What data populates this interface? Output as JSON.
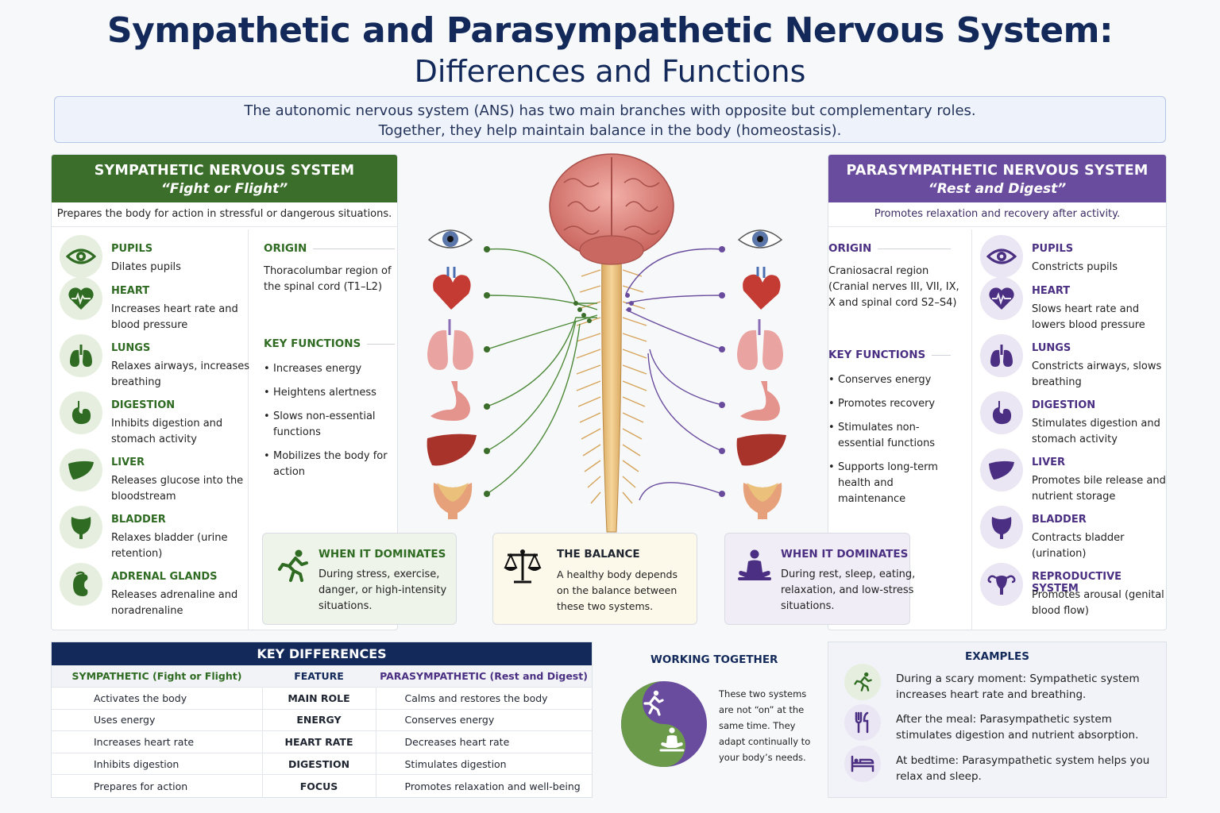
{
  "title": {
    "main": "Sympathetic and Parasympathetic Nervous System:",
    "sub": "Differences and Functions"
  },
  "intro": {
    "line1": "The autonomic nervous system (ANS) has two main branches with opposite but complementary roles.",
    "line2": "Together, they help maintain balance in the body (homeostasis)."
  },
  "sympathetic": {
    "header": "SYMPATHETIC NERVOUS SYSTEM",
    "tagline": "“Fight or Flight”",
    "subtitle": "Prepares the body for action in stressful or dangerous situations.",
    "organs": [
      {
        "name": "PUPILS",
        "desc": "Dilates pupils"
      },
      {
        "name": "HEART",
        "desc": "Increases heart rate and blood pressure"
      },
      {
        "name": "LUNGS",
        "desc": "Relaxes airways, increases breathing"
      },
      {
        "name": "DIGESTION",
        "desc": "Inhibits digestion and stomach activity"
      },
      {
        "name": "LIVER",
        "desc": "Releases glucose into the bloodstream"
      },
      {
        "name": "BLADDER",
        "desc": "Relaxes bladder (urine retention)"
      },
      {
        "name": "ADRENAL GLANDS",
        "desc": "Releases adrenaline and noradrenaline"
      }
    ],
    "origin_title": "ORIGIN",
    "origin_text": "Thoracolumbar region of the spinal cord (T1–L2)",
    "functions_title": "KEY FUNCTIONS",
    "functions": [
      "Increases energy",
      "Heightens alertness",
      "Slows non-essential functions",
      "Mobilizes the body for action"
    ]
  },
  "parasympathetic": {
    "header": "PARASYMPATHETIC NERVOUS SYSTEM",
    "tagline": "“Rest and Digest”",
    "subtitle": "Promotes relaxation and recovery after activity.",
    "organs": [
      {
        "name": "PUPILS",
        "desc": "Constricts pupils"
      },
      {
        "name": "HEART",
        "desc": "Slows heart rate and lowers blood pressure"
      },
      {
        "name": "LUNGS",
        "desc": "Constricts airways, slows breathing"
      },
      {
        "name": "DIGESTION",
        "desc": "Stimulates digestion and stomach activity"
      },
      {
        "name": "LIVER",
        "desc": "Promotes bile release and nutrient storage"
      },
      {
        "name": "BLADDER",
        "desc": "Contracts bladder (urination)"
      },
      {
        "name": "REPRODUCTIVE SYSTEM",
        "desc": "Promotes arousal (genital blood flow)"
      }
    ],
    "origin_title": "ORIGIN",
    "origin_text": "Craniosacral region (Cranial nerves III, VII, IX, X and spinal cord S2–S4)",
    "functions_title": "KEY FUNCTIONS",
    "functions": [
      "Conserves energy",
      "Promotes recovery",
      "Stimulates non-essential functions",
      "Supports long-term health and maintenance"
    ]
  },
  "dominates_symp": {
    "title": "WHEN IT DOMINATES",
    "text": "During stress, exercise, danger, or high-intensity situations."
  },
  "balance": {
    "title": "THE BALANCE",
    "text": "A healthy body depends on the balance between these two systems."
  },
  "dominates_para": {
    "title": "WHEN IT DOMINATES",
    "text": "During rest, sleep, eating, relaxation, and low-stress situations."
  },
  "key_differences": {
    "title": "KEY DIFFERENCES",
    "headers": [
      "SYMPATHETIC (Fight or Flight)",
      "FEATURE",
      "PARASYMPATHETIC (Rest and Digest)"
    ],
    "rows": [
      [
        "Activates the body",
        "MAIN ROLE",
        "Calms and restores the body"
      ],
      [
        "Uses energy",
        "ENERGY",
        "Conserves energy"
      ],
      [
        "Increases heart rate",
        "HEART RATE",
        "Decreases heart rate"
      ],
      [
        "Inhibits digestion",
        "DIGESTION",
        "Stimulates digestion"
      ],
      [
        "Prepares for action",
        "FOCUS",
        "Promotes relaxation and well-being"
      ]
    ]
  },
  "working_together": {
    "title": "WORKING TOGETHER",
    "text": "These two systems are not “on” at the same time. They adapt continually to your body’s needs."
  },
  "examples": {
    "title": "EXAMPLES",
    "items": [
      {
        "icon": "running-icon",
        "text": "During a scary moment: Sympathetic system increases heart rate and breathing."
      },
      {
        "icon": "fork-knife-icon",
        "text": "After the meal: Parasympathetic system stimulates digestion and nutrient absorption."
      },
      {
        "icon": "bed-icon",
        "text": "At bedtime: Parasympathetic system helps you relax and sleep."
      }
    ]
  },
  "colors": {
    "navy": "#13295a",
    "sympathetic": "#3b6e2a",
    "parasympathetic": "#6a4c9e"
  }
}
